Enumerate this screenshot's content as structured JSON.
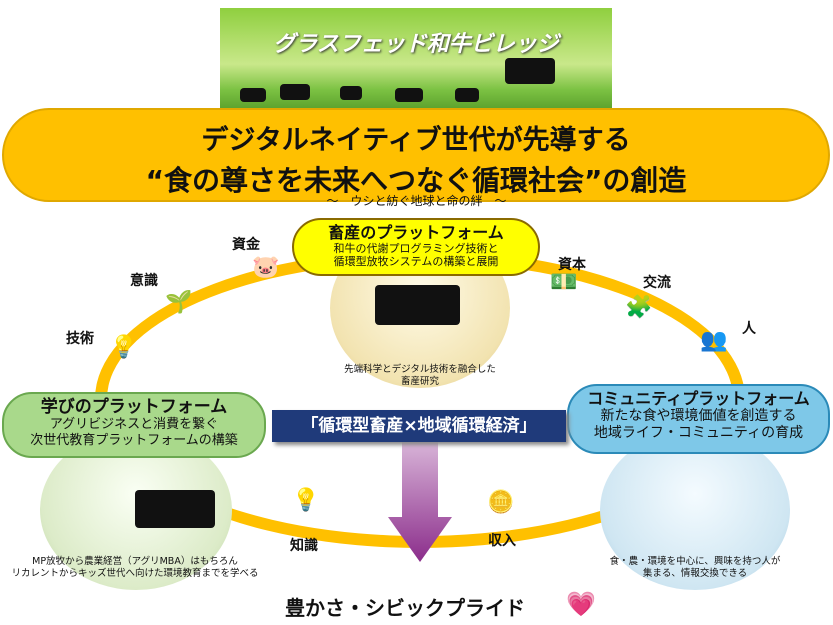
{
  "banner": {
    "title": "グラスフェッド和牛ビレッジ"
  },
  "main": {
    "line1": "デジタルネイティブ世代が先導する",
    "line2": "“食の尊さを未来へつなぐ循環社会”の創造",
    "subtitle": "～　ウシと紡ぐ地球と命の絆　～"
  },
  "center_platform": {
    "title": "畜産のプラットフォーム",
    "line1": "和牛の代謝プログラミング技術と",
    "line2": "循環型放牧システムの構築と展開",
    "caption1": "先端科学とデジタル技術を融合した",
    "caption2": "畜産研究"
  },
  "left_platform": {
    "title": "学びのプラットフォーム",
    "line1": "アグリビジネスと消費を繋ぐ",
    "line2": "次世代教育プラットフォームの構築",
    "caption1": "MP放牧から農業経営（アグリMBA）はもちろん",
    "caption2": "リカレントからキッズ世代へ向けた環境教育までを学べる"
  },
  "right_platform": {
    "title": "コミュニティプラットフォーム",
    "line1": "新たな食や環境価値を創造する",
    "line2": "地域ライフ・コミュニティの育成",
    "caption1": "食・農・環境を中心に、興味を持つ人が",
    "caption2": "集まる、情報交換できる"
  },
  "labels": {
    "funds": "資金",
    "awareness": "意識",
    "technology": "技術",
    "capital": "資本",
    "exchange": "交流",
    "people": "人",
    "knowledge": "知識",
    "income": "収入"
  },
  "center_box": "「循環型畜産×地域循環経済」",
  "bottom": "豊かさ・シビックプライド",
  "colors": {
    "ring": "#ffc000",
    "navy": "#1f3a7a",
    "arrow": "#8b2d8b"
  }
}
